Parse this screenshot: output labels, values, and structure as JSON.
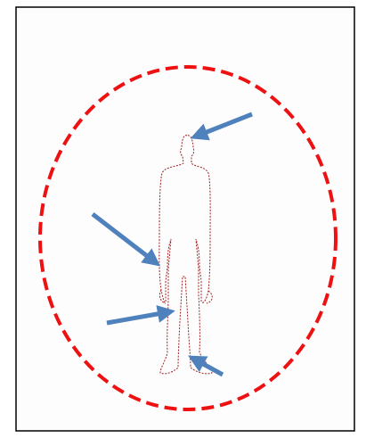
{
  "colors": {
    "background": "#ffffff",
    "panel": "#fdfdfd",
    "panel_border": "#000000",
    "boundary_ellipse": "#ee1111",
    "silhouette": "#a02020",
    "arrow": "#4f81bd"
  },
  "icons": {
    "figure": "human-silhouette-icon",
    "arrow": "arrow-icon"
  },
  "diagram": {
    "elements": [
      "dashed-boundary-ellipse",
      "human-silhouette-outline",
      "arrow-head",
      "arrow-hand",
      "arrow-knee",
      "arrow-foot"
    ]
  }
}
